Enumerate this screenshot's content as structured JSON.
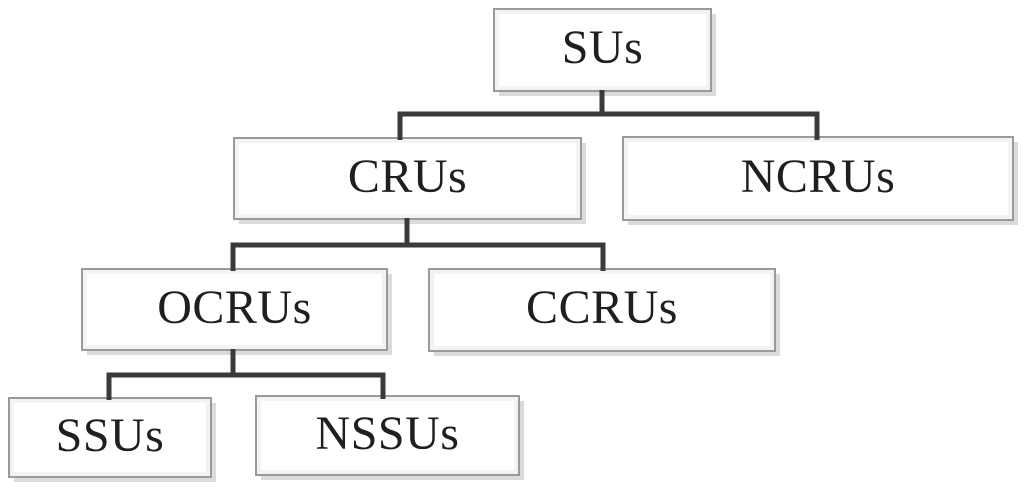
{
  "diagram": {
    "type": "tree",
    "nodes": [
      {
        "id": "sus",
        "label": "SUs",
        "parent": null
      },
      {
        "id": "crus",
        "label": "CRUs",
        "parent": "sus"
      },
      {
        "id": "ncrus",
        "label": "NCRUs",
        "parent": "sus"
      },
      {
        "id": "ocrus",
        "label": "OCRUs",
        "parent": "crus"
      },
      {
        "id": "ccrus",
        "label": "CCRUs",
        "parent": "crus"
      },
      {
        "id": "ssus",
        "label": "SSUs",
        "parent": "ocrus"
      },
      {
        "id": "nssus",
        "label": "NSSUs",
        "parent": "ocrus"
      }
    ],
    "edges": [
      {
        "from": "sus",
        "to": "crus"
      },
      {
        "from": "sus",
        "to": "ncrus"
      },
      {
        "from": "crus",
        "to": "ocrus"
      },
      {
        "from": "crus",
        "to": "ccrus"
      },
      {
        "from": "ocrus",
        "to": "ssus"
      },
      {
        "from": "ocrus",
        "to": "nssus"
      }
    ],
    "colors": {
      "connector": "#3a3a3a",
      "box_border": "#9a9a9a",
      "box_shadow": "#dcdcdc",
      "text": "#1f1f1f",
      "background": "#ffffff"
    }
  }
}
